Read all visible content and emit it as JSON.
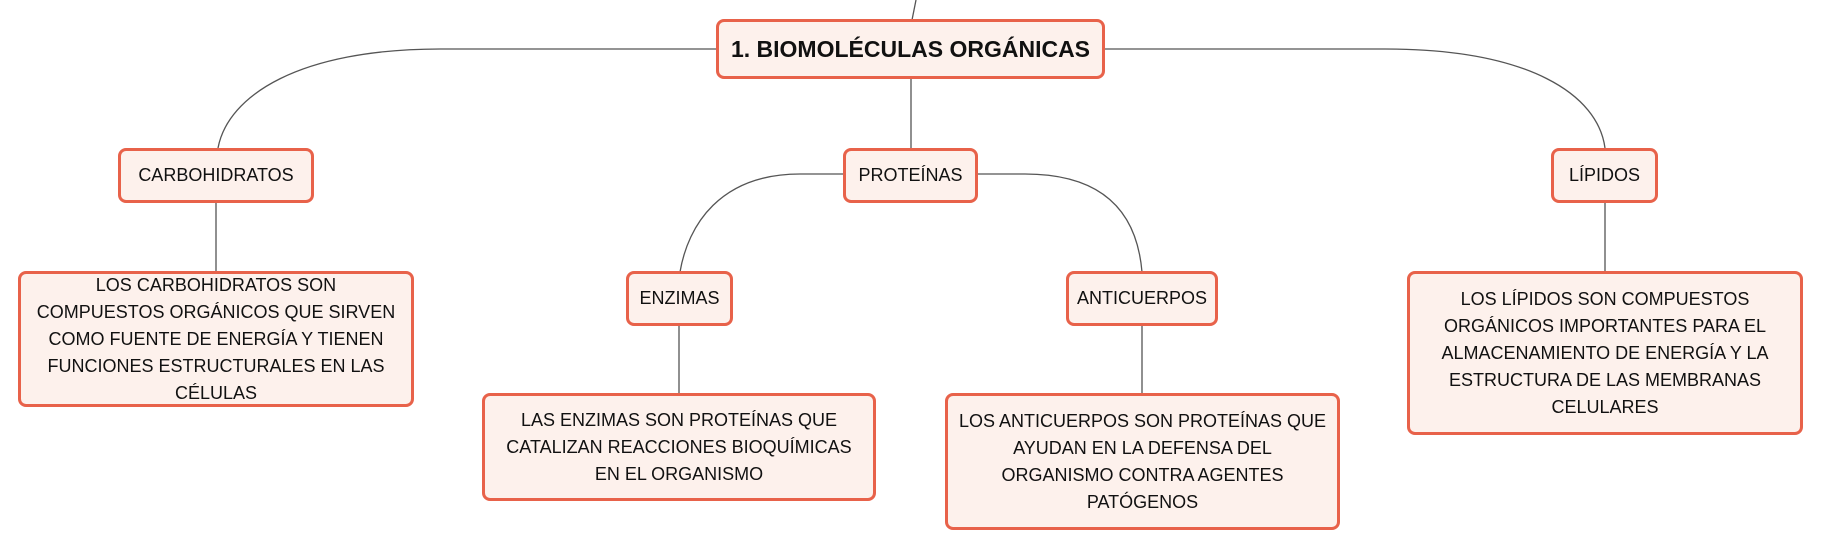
{
  "diagram": {
    "root": {
      "label": "1. BIOMOLÉCULAS ORGÁNICAS"
    },
    "carbohidratos": {
      "label": "CARBOHIDRATOS",
      "description": "LOS CARBOHIDRATOS SON COMPUESTOS ORGÁNICOS QUE SIRVEN COMO FUENTE DE ENERGÍA Y TIENEN FUNCIONES ESTRUCTURALES EN LAS CÉLULAS"
    },
    "proteinas": {
      "label": "PROTEÍNAS"
    },
    "enzimas": {
      "label": "ENZIMAS",
      "description": "LAS ENZIMAS SON PROTEÍNAS QUE CATALIZAN REACCIONES BIOQUÍMICAS EN EL ORGANISMO"
    },
    "anticuerpos": {
      "label": "ANTICUERPOS",
      "description": "LOS ANTICUERPOS SON PROTEÍNAS QUE AYUDAN EN LA DEFENSA DEL ORGANISMO CONTRA AGENTES PATÓGENOS"
    },
    "lipidos": {
      "label": "LÍPIDOS",
      "description": "LOS LÍPIDOS SON COMPUESTOS ORGÁNICOS IMPORTANTES PARA EL ALMACENAMIENTO DE ENERGÍA Y LA ESTRUCTURA DE LAS MEMBRANAS CELULARES"
    }
  },
  "colors": {
    "node_border": "#e8624a",
    "node_fill": "#fdf1ec",
    "connector": "#555555"
  }
}
